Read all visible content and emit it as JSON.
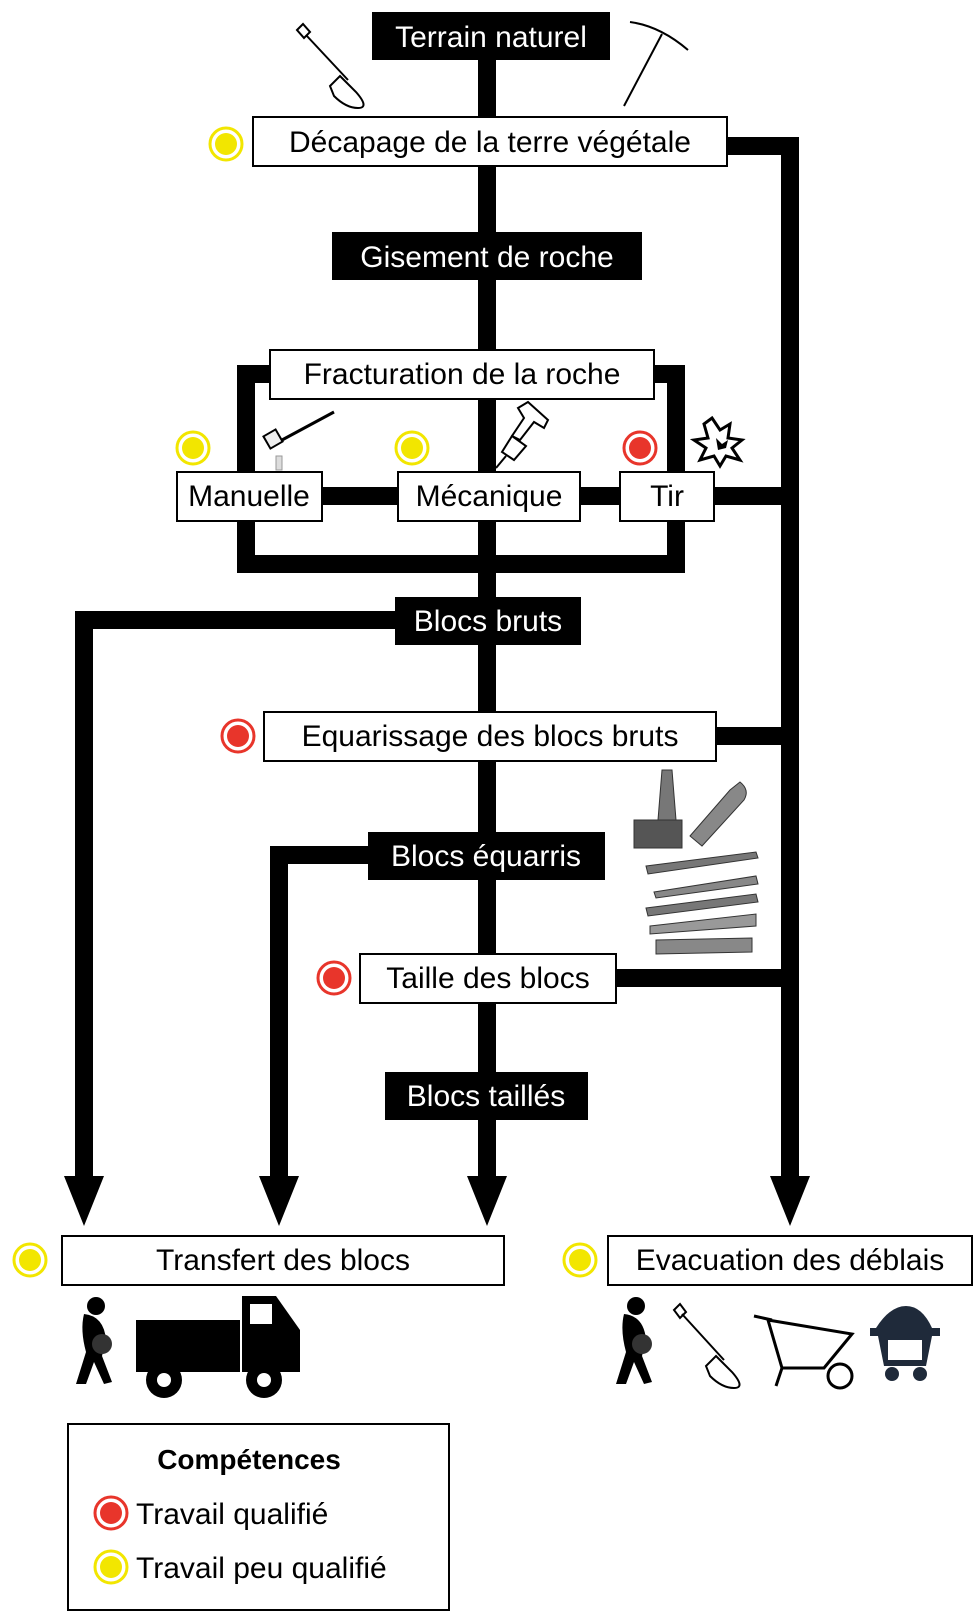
{
  "diagram": {
    "stages": {
      "terrain_naturel": "Terrain naturel",
      "gisement": "Gisement de roche",
      "blocs_bruts": "Blocs bruts",
      "blocs_equarris": "Blocs équarris",
      "blocs_tailles": "Blocs taillés"
    },
    "processes": {
      "decapage": "Décapage de la terre végétale",
      "fracturation": "Fracturation de la roche",
      "manuelle": "Manuelle",
      "mecanique": "Mécanique",
      "tir": "Tir",
      "equarrissage": "Equarissage des blocs bruts",
      "taille": "Taille des blocs",
      "transfert": "Transfert des blocs",
      "evacuation": "Evacuation des déblais"
    },
    "legend": {
      "title": "Compétences",
      "qualified": "Travail qualifié",
      "low_qualified": "Travail peu qualifié"
    },
    "colors": {
      "qualified": "#e8352b",
      "low_qualified": "#f2e600",
      "line": "#000000"
    },
    "icons": [
      "shovel-icon",
      "pickaxe-icon",
      "sledgehammer-icon",
      "jackhammer-icon",
      "explosion-icon",
      "stone-tools-icon",
      "porter-icon",
      "truck-icon",
      "wheelbarrow-icon",
      "mine-cart-icon"
    ]
  }
}
